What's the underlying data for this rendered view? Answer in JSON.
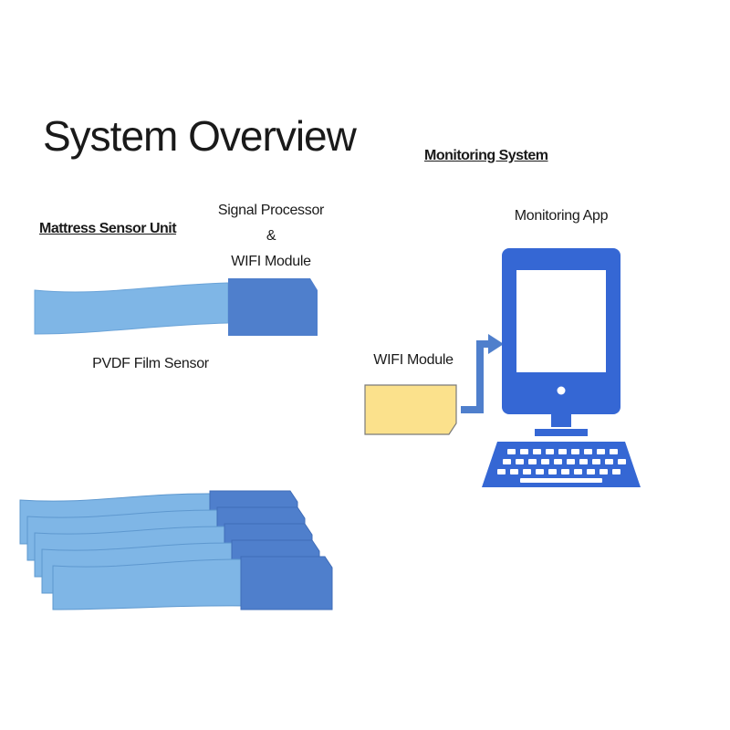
{
  "title": "System Overview",
  "sections": {
    "sensor_unit": "Mattress Sensor Unit",
    "monitoring": "Monitoring System"
  },
  "labels": {
    "signal_processor_line1": "Signal Processor",
    "signal_processor_line2": "&",
    "signal_processor_line3": "WIFI Module",
    "film_sensor": "PVDF Film Sensor",
    "wifi_module": "WIFI Module",
    "monitoring_app": "Monitoring App"
  },
  "colors": {
    "film_light": "#7fb6e6",
    "processor_dark": "#4f7fcc",
    "wifi_yellow": "#fbe18c",
    "computer_blue": "#3567d4",
    "arrow_blue": "#4f7fcc"
  },
  "icons": {
    "computer": "computer-monitor-icon",
    "keyboard": "keyboard-icon",
    "arrow": "arrow-right-icon"
  }
}
